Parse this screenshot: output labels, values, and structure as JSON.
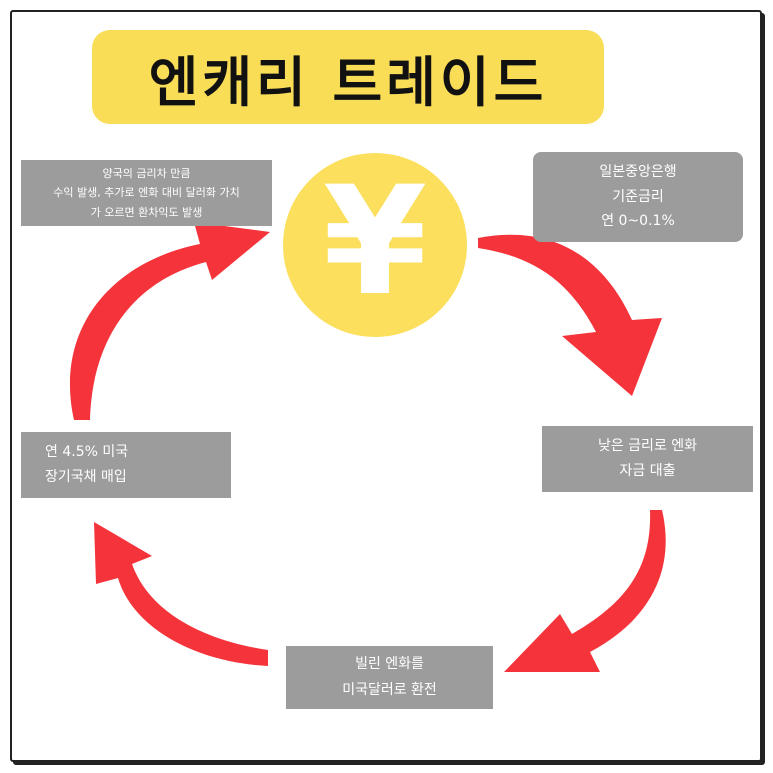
{
  "title": "엔캐리 트레이드",
  "coin": {
    "symbol": "¥",
    "icon": "yen-coin-icon"
  },
  "steps": {
    "top_left": {
      "lines": [
        "양국의 금리차 만큼",
        "수익 발생, 추가로 엔화 대비 달러화 가치",
        "가 오르면 환차익도 발생"
      ]
    },
    "top_right": {
      "lines": [
        "일본중앙은행",
        "기준금리",
        "연 0~0.1%"
      ]
    },
    "right": {
      "lines": [
        "낮은 금리로 엔화",
        "자금 대출"
      ]
    },
    "bottom": {
      "lines": [
        "빌린 엔화를",
        "미국달러로 환전"
      ]
    },
    "left": {
      "lines": [
        "연 4.5% 미국",
        "장기국채 매입"
      ]
    }
  },
  "colors": {
    "title_bg": "#f9dd57",
    "coin": "#fbdf5d",
    "box": "#9c9c9c",
    "arrow": "#f4333a"
  }
}
